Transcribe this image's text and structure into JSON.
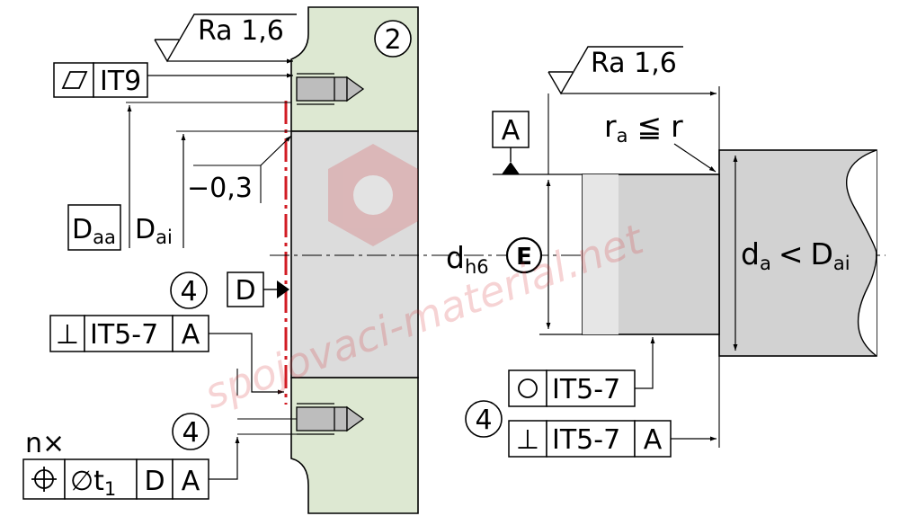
{
  "surface_finish_left": "Ra 1,6",
  "surface_finish_right": "Ra 1,6",
  "balloons": {
    "part2": "2",
    "left_perp": "4",
    "left_pos": "4",
    "right_round": "4"
  },
  "flatness_frame": {
    "tolerance": "IT9"
  },
  "datum_a": "A",
  "datum_d": "D",
  "chamfer_label": "−0,3",
  "daa": {
    "main": "D",
    "sub": "aa"
  },
  "dai": {
    "main": "D",
    "sub": "ai"
  },
  "dh6": {
    "main": "d",
    "sub": "h6",
    "envelope": "E"
  },
  "da_lt_dai": {
    "main": "d",
    "sub": "a",
    "rel": "<",
    "main2": "D",
    "sub2": "ai"
  },
  "ra_le_r": {
    "main": "r",
    "sub": "a",
    "rel": "≦",
    "rhs": "r"
  },
  "perp_frame_left": {
    "tolerance": "IT5-7",
    "datum": "A"
  },
  "position_frame": {
    "prefix": "n×",
    "diam": "∅",
    "t_main": "t",
    "t_sub": "1",
    "datum1": "D",
    "datum2": "A"
  },
  "roundness_frame": {
    "tolerance": "IT5-7"
  },
  "perp_frame_right": {
    "tolerance": "IT5-7",
    "datum": "A"
  },
  "watermark": "spojovaci-material.net",
  "colors": {
    "housing_fill": "#dde8d2",
    "bearing_fill": "#dcdcdc",
    "shaft_fill": "#d2d2d2",
    "datum_line": "#d21c24",
    "watermark": "#d8373c"
  }
}
